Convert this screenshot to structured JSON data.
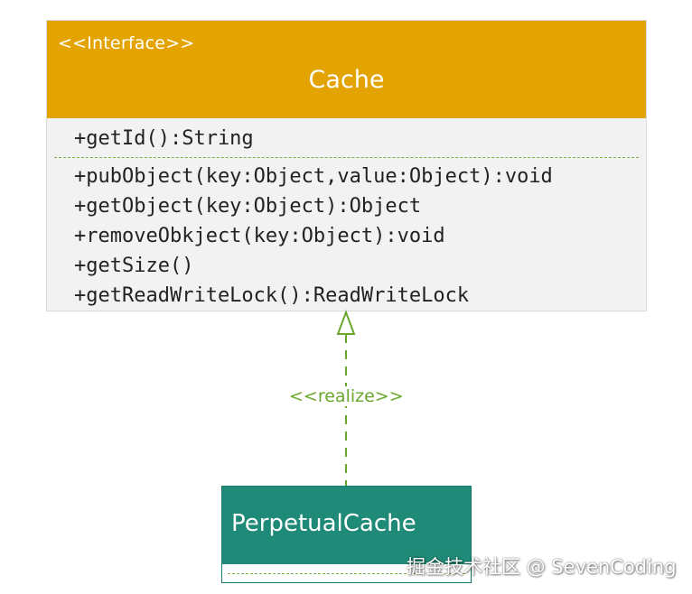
{
  "interface": {
    "stereotype": "<<Interface>>",
    "name": "Cache",
    "attributes": [
      "+getId():String"
    ],
    "methods": [
      "+pubObject(key:Object,value:Object):void",
      "+getObject(key:Object):Object",
      "+removeObkject(key:Object):void",
      "+getSize()",
      "+getReadWriteLock():ReadWriteLock"
    ],
    "header_color": "#e3a300",
    "body_color": "#f2f2f2"
  },
  "relation": {
    "label": "<<realize>>",
    "color": "#6aa62d"
  },
  "implementation": {
    "name": "PerpetualCache",
    "header_color": "#1f8a77"
  },
  "watermark": {
    "text": "掘金技术社区 @ SevenCoding"
  }
}
